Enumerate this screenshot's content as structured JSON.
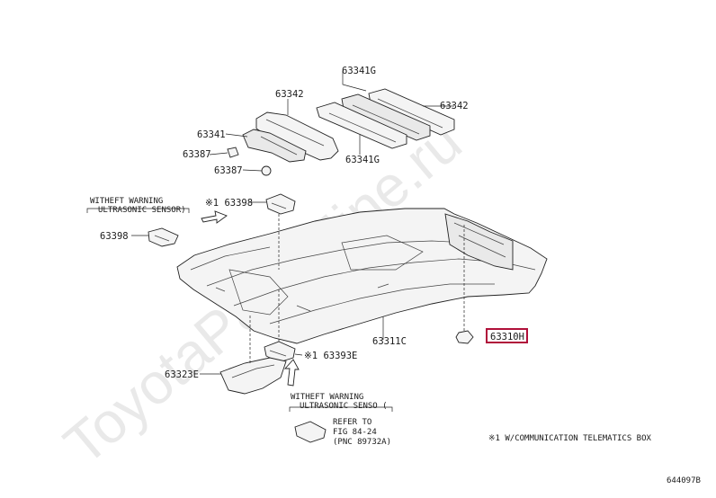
{
  "watermark": "ToyotaPartsMine.ru",
  "labels": {
    "p63341g_top": "63341G",
    "p63342_left": "63342",
    "p63342_right": "63342",
    "p63341": "63341",
    "p63387_a": "63387",
    "p63387_b": "63387",
    "p63341g_bottom": "63341G",
    "p63398_marked": "※1 63398",
    "p63398": "63398",
    "p63311c": "63311C",
    "p63310h": "63310H",
    "p63393e": "※1 63393E",
    "p63323e": "63323E",
    "diagram_code": "644097B"
  },
  "notes": {
    "without_warning_1_line1": "WITHEFT WARNING",
    "without_warning_1_line2": "ULTRASONIC SENSOR)",
    "without_warning_2_line1": "WITHEFT WARNING",
    "without_warning_2_line2": "ULTRASONIC SENSO (",
    "refer_line1": "REFER TO",
    "refer_line2": "FIG 84-24",
    "refer_line3": "(PNC 89732A)",
    "footnote": "※1 W/COMMUNICATION TELEMATICS BOX"
  },
  "colors": {
    "highlight": "#b0103a",
    "line": "#222222",
    "watermark": "#d8d8d8"
  }
}
